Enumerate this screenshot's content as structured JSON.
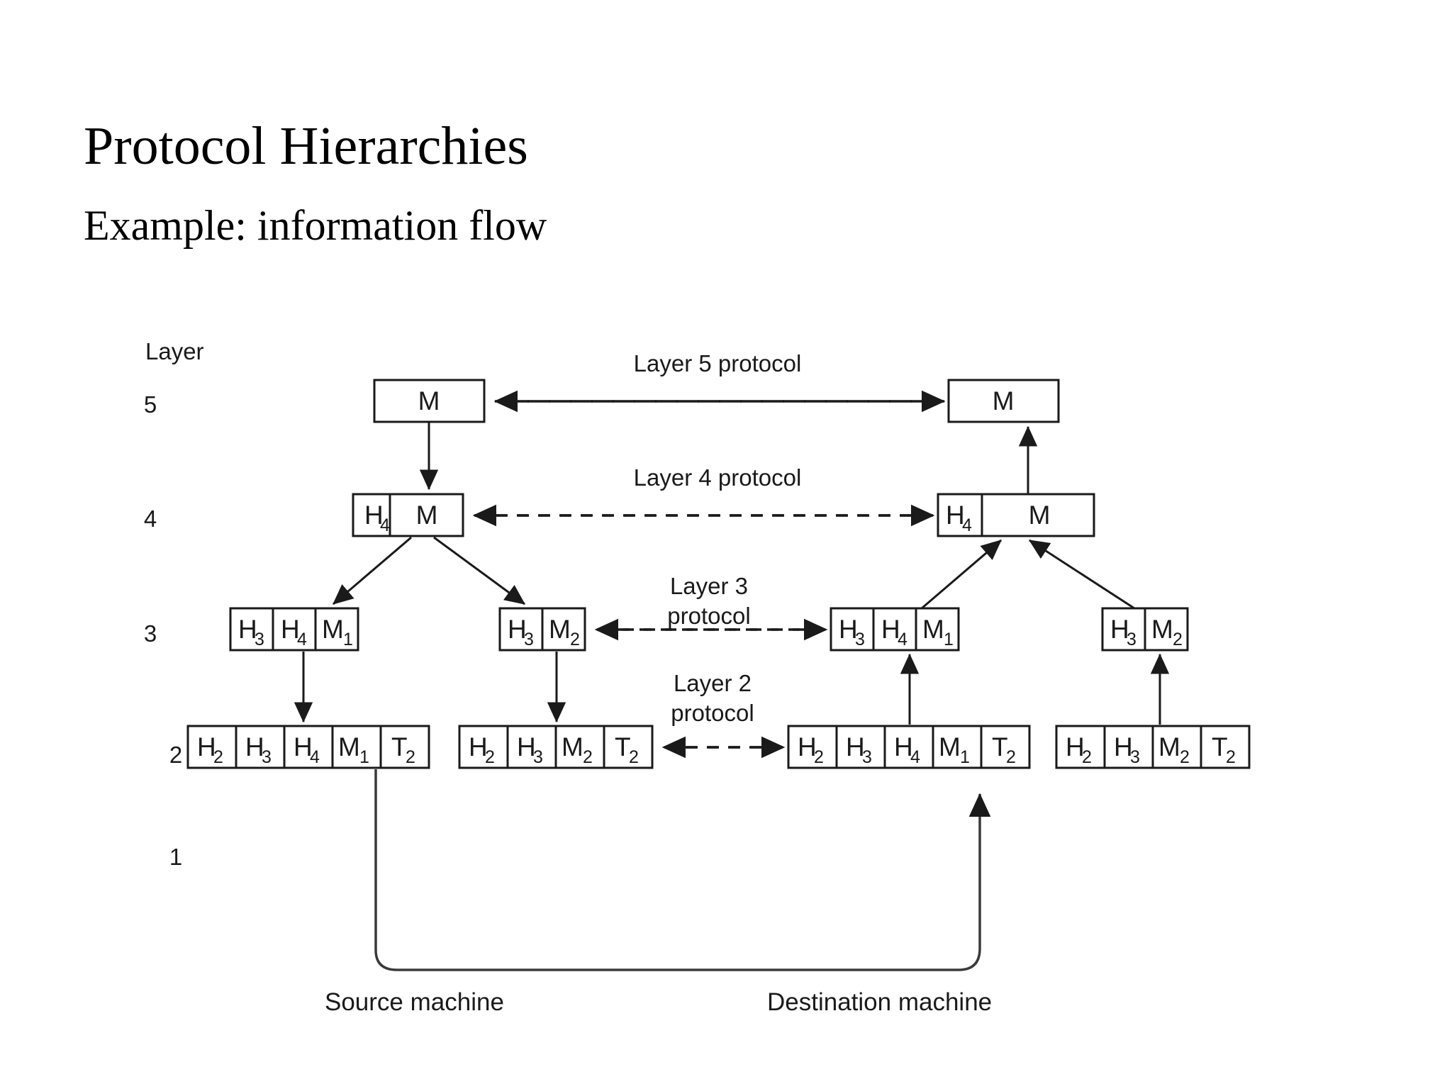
{
  "slide": {
    "title": "Protocol Hierarchies",
    "subtitle": "Example: information flow"
  },
  "diagram": {
    "axis_caption": "Layer",
    "layer_numbers": [
      "5",
      "4",
      "3",
      "2",
      "1"
    ],
    "protocol_labels": {
      "layer5": "Layer 5 protocol",
      "layer4": "Layer 4 protocol",
      "layer3_line1": "Layer 3",
      "layer3_line2": "protocol",
      "layer2_line1": "Layer 2",
      "layer2_line2": "protocol"
    },
    "machines": {
      "source": "Source machine",
      "destination": "Destination machine"
    },
    "packets": {
      "layer5_source": [
        "M"
      ],
      "layer5_destination": [
        "M"
      ],
      "layer4_source": [
        "H4",
        "M"
      ],
      "layer4_destination": [
        "H4",
        "M"
      ],
      "layer3_source_left": [
        "H3",
        "H4",
        "M1"
      ],
      "layer3_source_right": [
        "H3",
        "M2"
      ],
      "layer3_destination_left": [
        "H3",
        "H4",
        "M1"
      ],
      "layer3_destination_right": [
        "H3",
        "M2"
      ],
      "layer2_source_left": [
        "H2",
        "H3",
        "H4",
        "M1",
        "T2"
      ],
      "layer2_source_right": [
        "H2",
        "H3",
        "M2",
        "T2"
      ],
      "layer2_destination_left": [
        "H2",
        "H3",
        "H4",
        "M1",
        "T2"
      ],
      "layer2_destination_right": [
        "H2",
        "H3",
        "M2",
        "T2"
      ]
    },
    "cells": {
      "M": {
        "base": "M",
        "sub": ""
      },
      "M1": {
        "base": "M",
        "sub": "1"
      },
      "M2": {
        "base": "M",
        "sub": "2"
      },
      "H2": {
        "base": "H",
        "sub": "2"
      },
      "H3": {
        "base": "H",
        "sub": "3"
      },
      "H4": {
        "base": "H",
        "sub": "4"
      },
      "T2": {
        "base": "T",
        "sub": "2"
      }
    },
    "colors": {
      "stroke": "#1a1a1a",
      "fill": "#ffffff",
      "background": "#ffffff"
    }
  }
}
